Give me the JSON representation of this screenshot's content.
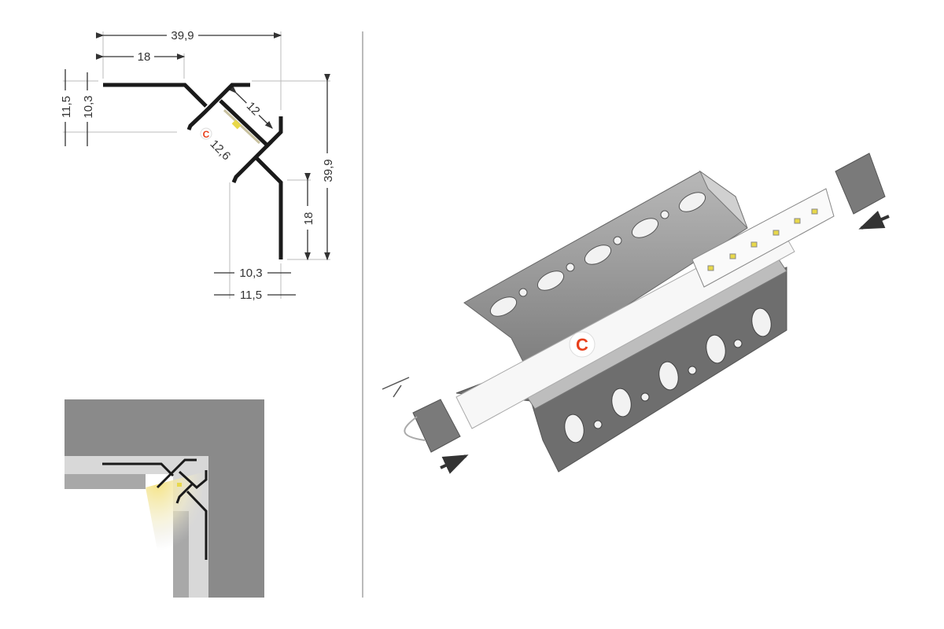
{
  "cross_section": {
    "dimensions": {
      "total_width": "39,9",
      "top_flange": "18",
      "left_height_outer": "11,5",
      "left_height_inner": "10,3",
      "led_width": "12",
      "channel_code": "12,6",
      "total_height": "39,9",
      "side_flange": "18",
      "bottom_inner": "10,3",
      "bottom_outer": "11,5"
    },
    "badge": "C"
  },
  "isometric_view": {
    "badge": "C"
  },
  "colors": {
    "profile": "#1a1a1a",
    "badge": "#e8401c",
    "led": "#e8d84a",
    "wall": "#8a8a8a",
    "aluminium": "#9a9a9a"
  }
}
